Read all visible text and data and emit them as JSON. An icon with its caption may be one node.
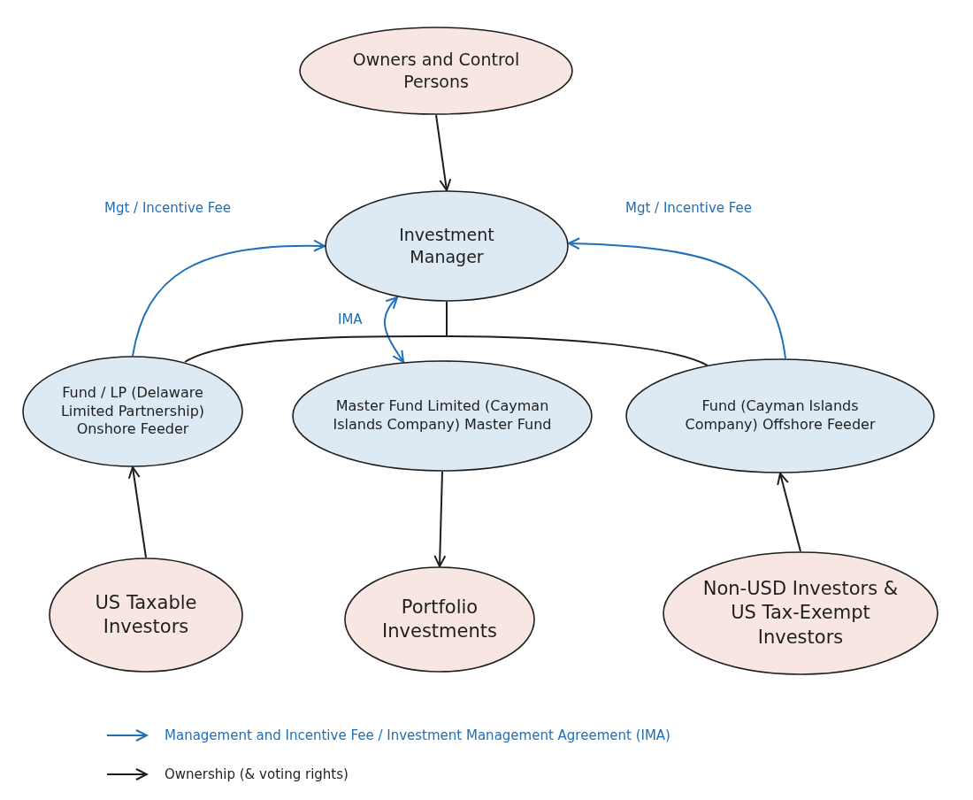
{
  "diagram": {
    "nodes": [
      {
        "text": [
          "Owners and Control Persons"
        ]
      },
      {
        "text": [
          "Investment Manager"
        ]
      },
      {
        "text": [
          "Fund / LP (Delaware Limited Partnership) Onshore Feeder"
        ]
      },
      {
        "text": [
          "Master Fund Limited (Cayman Islands Company) Master Fund"
        ]
      },
      {
        "text": [
          "Fund (Cayman Islands Company) Offshore Feeder"
        ]
      },
      {
        "text": [
          "US Taxable Investors"
        ]
      },
      {
        "text": [
          "Portfolio Investments"
        ]
      },
      {
        "text": [
          "Non-USD Investors & US Tax-Exempt Investors"
        ]
      }
    ],
    "edges": [
      {
        "from": 0,
        "to": 1,
        "arrow": "to"
      },
      {
        "from": 2,
        "to": 1,
        "arrow": "to",
        "label": "Mgt / Incentive Fee",
        "color": "#1f6fb8"
      },
      {
        "from": 4,
        "to": 1,
        "arrow": "to",
        "label": "Mgt / Incentive Fee",
        "color": "#1f6fb8"
      },
      {
        "from": 1,
        "to": 3,
        "arrow": "both",
        "label": "IMA",
        "color": "#1f6fb8"
      },
      {
        "from": 3,
        "to": 6,
        "arrow": "to"
      },
      {
        "from": 5,
        "to": 2,
        "arrow": "to"
      },
      {
        "from": 7,
        "to": 4,
        "arrow": "to"
      },
      {
        "from": 1,
        "to": 2,
        "arrow": "none"
      },
      {
        "from": 1,
        "to": 4,
        "arrow": "none"
      }
    ],
    "legend": [
      {
        "text": "Management and Incentive Fee / Investment Management Agreement (IMA)"
      },
      {
        "text": "Ownership (& voting rights)"
      }
    ]
  }
}
